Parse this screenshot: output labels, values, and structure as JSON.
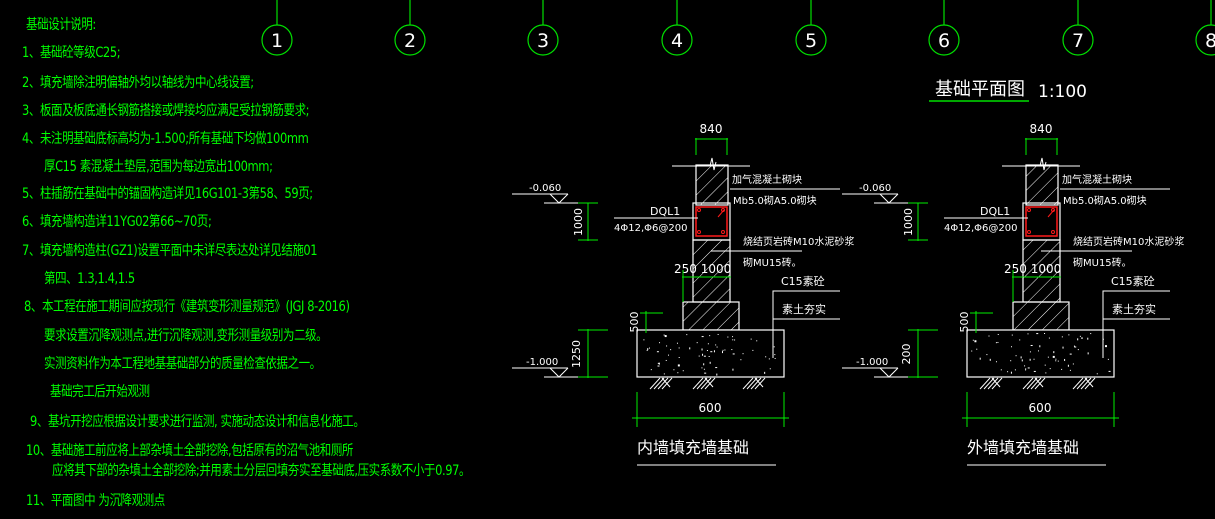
{
  "colors": {
    "background": "#000000",
    "notes_text": "#00ff00",
    "axis_line": "#00e000",
    "axis_label": "#ffffff",
    "outline": "#ffffff",
    "dimension": "#00ee00",
    "rebar_cage": "#ff1a1a"
  },
  "notes": {
    "title": "基础设计说明:",
    "lines": [
      "1、基础砼等级C25;",
      "2、填充墙除注明偏轴外均以轴线为中心线设置;",
      "3、板面及板底通长钢筋搭接或焊接均应满足受拉钢筋要求;",
      "4、未注明基础底标高均为-1.500;所有基础下均做100mm",
      "厚C15 素混凝土垫层,范围为每边宽出100mm;",
      "5、柱插筋在基础中的锚固构造详见16G101-3第58、59页;",
      "6、填充墙构造详11YG02第66~70页;",
      "7、填充墙构造柱(GZ1)设置平面中未详尽表达处详见结施01",
      "第四、1.3,1.4,1.5",
      "8、本工程在施工期间应按现行《建筑变形测量规范》(JGJ 8-2016)",
      "要求设置沉降观测点,进行沉降观测,变形测量级别为二级。",
      "实测资料作为本工程地基基础部分的质量检查依据之一。",
      "基础完工后开始观测",
      "9、基坑开挖应根据设计要求进行监测, 实施动态设计和信息化施工。",
      "10、基础施工前应将上部杂填土全部挖除,包括原有的沼气池和厕所",
      "应将其下部的杂填土全部挖除;并用素土分层回填夯实至基础底,压实系数不小于0.97。",
      "11、平面图中    为沉降观测点"
    ]
  },
  "axes": [
    "1",
    "2",
    "3",
    "4",
    "5",
    "6",
    "7",
    "8"
  ],
  "plan_title": {
    "label": "基础平面图",
    "scale": "1:100"
  },
  "sections": [
    {
      "id": "inner",
      "title": "内墙填充墙基础",
      "top_width_dim": "840",
      "top_level": "-0.060",
      "beam_height_dim": "1000",
      "beam_name": "DQL1",
      "beam_rebar": "4Φ12,Φ6@200",
      "wall_note_1": "加气混凝土砌块",
      "wall_note_2": "Mb5.0砌A5.0砌块",
      "brick_note_1": "烧结页岩砖M10水泥砂浆",
      "brick_note_2": "砌MU15砖。",
      "wall_dims": "250 1000",
      "step_dim": "500",
      "footing_height_dim": "1250",
      "bottom_level": "-1.000",
      "footing_width_dim": "600",
      "concrete_note": "C15素砼",
      "soil_note": "素土夯实"
    },
    {
      "id": "outer",
      "title": "外墙填充墙基础",
      "top_width_dim": "840",
      "top_level": "-0.060",
      "beam_height_dim": "1000",
      "beam_name": "DQL1",
      "beam_rebar": "4Φ12,Φ6@200",
      "wall_note_1": "加气混凝土砌块",
      "wall_note_2": "Mb5.0砌A5.0砌块",
      "brick_note_1": "烧结页岩砖M10水泥砂浆",
      "brick_note_2": "砌MU15砖。",
      "wall_dims": "250 1000",
      "step_dim": "500",
      "footing_height_dim": "200",
      "bottom_level": "-1.000",
      "footing_width_dim": "600",
      "concrete_note": "C15素砼",
      "soil_note": "素土夯实"
    }
  ]
}
